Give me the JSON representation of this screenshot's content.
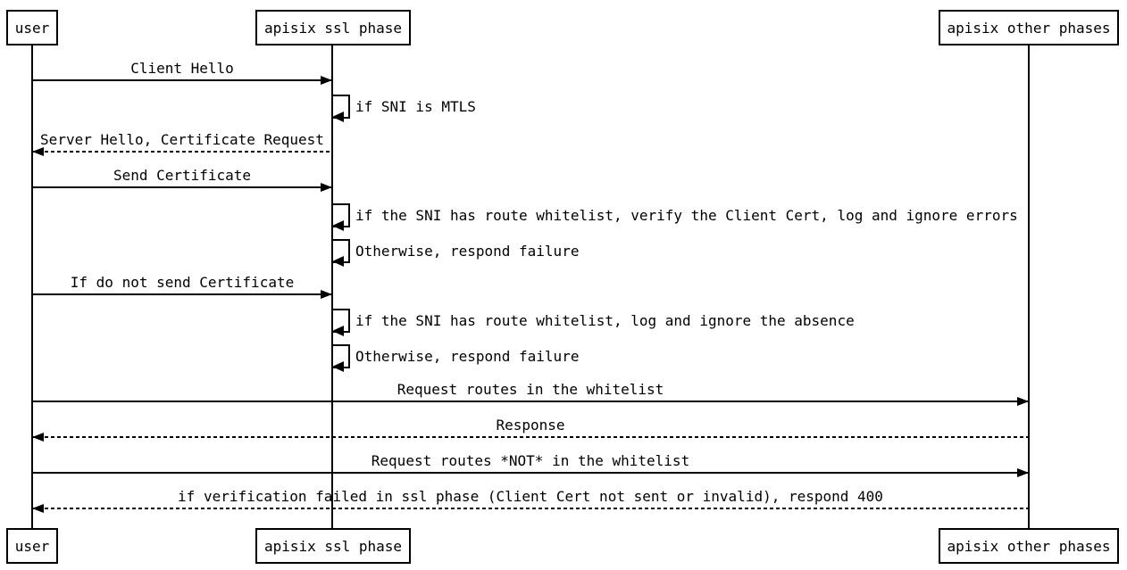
{
  "diagram": {
    "type": "sequence",
    "colors": {
      "line": "#000000",
      "text": "#000000",
      "background": "#ffffff"
    },
    "participants": [
      {
        "id": "user",
        "label": "user"
      },
      {
        "id": "apisix-ssl-phase",
        "label": "apisix ssl phase"
      },
      {
        "id": "apisix-other-phases",
        "label": "apisix other phases"
      }
    ],
    "messages": [
      {
        "from": "user",
        "to": "apisix ssl phase",
        "style": "solid-arrow",
        "label": "Client Hello"
      },
      {
        "from": "apisix ssl phase",
        "to": "apisix ssl phase",
        "style": "self-arrow",
        "label": "if SNI is MTLS"
      },
      {
        "from": "apisix ssl phase",
        "to": "user",
        "style": "dashed-arrow",
        "label": "Server Hello, Certificate Request"
      },
      {
        "from": "user",
        "to": "apisix ssl phase",
        "style": "solid-arrow",
        "label": "Send Certificate"
      },
      {
        "from": "apisix ssl phase",
        "to": "apisix ssl phase",
        "style": "self-arrow",
        "label": "if the SNI has route whitelist, verify the Client Cert, log and ignore errors"
      },
      {
        "from": "apisix ssl phase",
        "to": "apisix ssl phase",
        "style": "self-arrow",
        "label": "Otherwise, respond failure"
      },
      {
        "from": "user",
        "to": "apisix ssl phase",
        "style": "solid-arrow",
        "label": "If do not send Certificate"
      },
      {
        "from": "apisix ssl phase",
        "to": "apisix ssl phase",
        "style": "self-arrow",
        "label": "if the SNI has route whitelist, log and ignore the absence"
      },
      {
        "from": "apisix ssl phase",
        "to": "apisix ssl phase",
        "style": "self-arrow",
        "label": "Otherwise, respond failure"
      },
      {
        "from": "user",
        "to": "apisix other phases",
        "style": "solid-arrow",
        "label": "Request routes in the whitelist"
      },
      {
        "from": "apisix other phases",
        "to": "user",
        "style": "dashed-arrow",
        "label": "Response"
      },
      {
        "from": "user",
        "to": "apisix other phases",
        "style": "solid-arrow",
        "label": "Request routes *NOT* in the whitelist"
      },
      {
        "from": "apisix other phases",
        "to": "user",
        "style": "dashed-arrow",
        "label": "if verification failed in ssl phase (Client Cert not sent or invalid), respond 400"
      }
    ]
  }
}
